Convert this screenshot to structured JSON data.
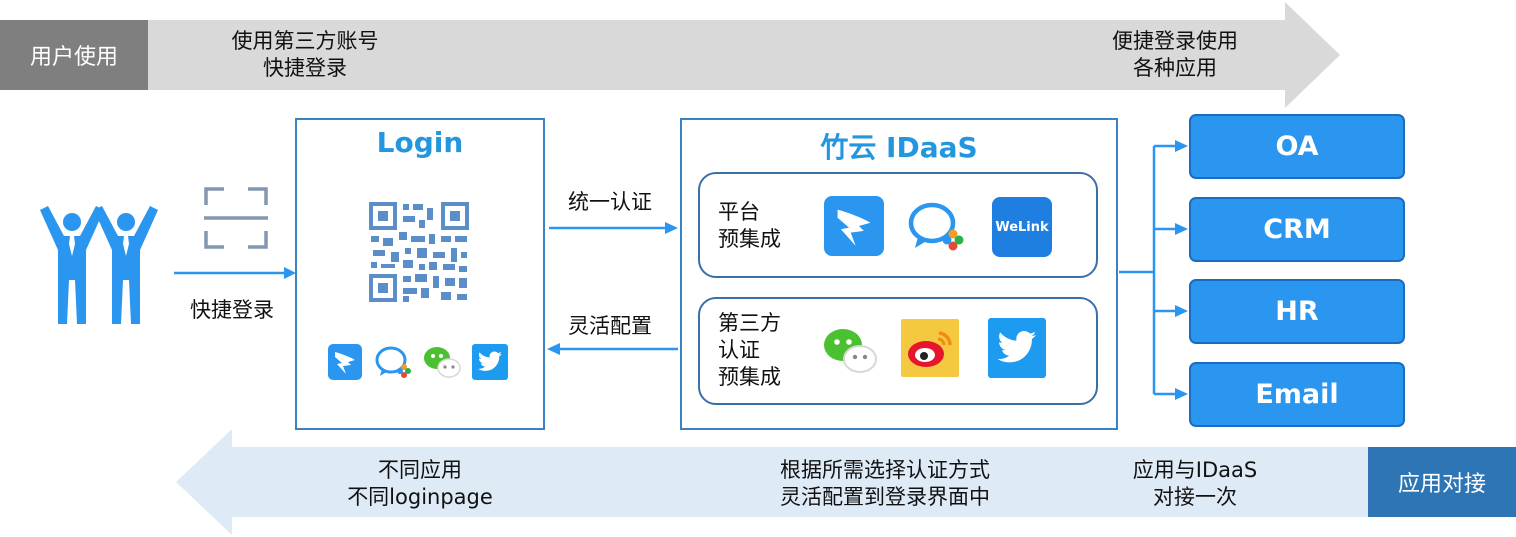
{
  "top_banner": {
    "label": "用户使用",
    "left_text_l1": "使用第三方账号",
    "left_text_l2": "快捷登录",
    "right_text_l1": "便捷登录使用",
    "right_text_l2": "各种应用"
  },
  "user": {
    "action_label": "快捷登录"
  },
  "login_box": {
    "title": "Login"
  },
  "connectors": {
    "upper_label": "统一认证",
    "lower_label": "灵活配置"
  },
  "idaas_box": {
    "title": "竹云 IDaaS",
    "platform": {
      "label_l1": "平台",
      "label_l2": "预集成",
      "welink_text": "WeLink"
    },
    "third_party": {
      "label_l1": "第三方",
      "label_l2": "认证",
      "label_l3": "预集成"
    }
  },
  "apps": [
    "OA",
    "CRM",
    "HR",
    "Email"
  ],
  "bottom_banner": {
    "label": "应用对接",
    "left_text_l1": "不同应用",
    "left_text_l2": "不同loginpage",
    "mid_text_l1": "根据所需选择认证方式",
    "mid_text_l2": "灵活配置到登录界面中",
    "right_text_l1": "应用与IDaaS",
    "right_text_l2": "对接一次"
  },
  "colors": {
    "accent": "#2396e0",
    "app_button": "#2a96f0",
    "top_banner_arrow": "#d9d9d9",
    "top_banner_label_bg": "#7f7f7f",
    "bottom_banner_arrow": "#deebf7",
    "bottom_banner_label_bg": "#2e75b6",
    "box_border": "#3b82c4"
  },
  "icons": [
    "people-icon",
    "scan-icon",
    "qr-code-icon",
    "dingtalk-icon",
    "chat-bubble-icon",
    "welink-icon",
    "wechat-icon",
    "weibo-icon",
    "twitter-icon"
  ]
}
